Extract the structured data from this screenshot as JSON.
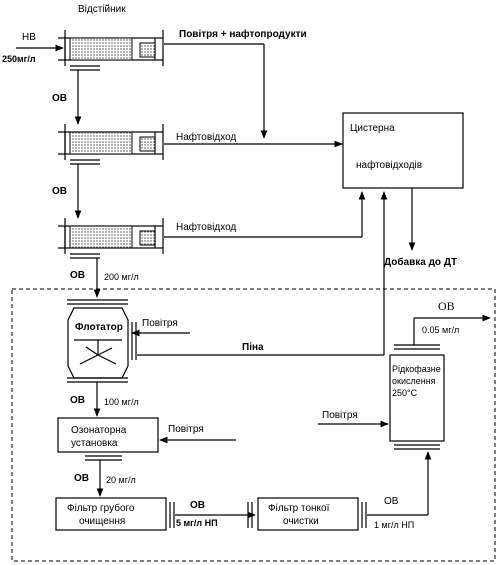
{
  "labels": {
    "settler_title": "Відстійник",
    "nv": "НВ",
    "inflow_conc": "250мг/л",
    "air_oil_products": "Повітря + нафтопродукти",
    "ov1": "ОВ",
    "oil_waste1": "Нафтовідход",
    "ov2": "ОВ",
    "oil_waste2": "Нафтовідход",
    "tank_line1": "Цистерна",
    "tank_line2": "нафтовідходів",
    "additive": "Добавка до ДТ",
    "ov3": "ОВ",
    "conc_200": "200 мг/л",
    "flotator": "Флотатор",
    "air_flot": "Повітря",
    "foam": "Піна",
    "ov4": "ОВ",
    "conc_100": "100 мг/л",
    "ozon_line1": "Озонаторна",
    "ozon_line2": "установка",
    "air_ozon": "Повітря",
    "ov5": "ОВ",
    "conc_20": "20 мг/л",
    "coarse_line1": "Фільтр грубого",
    "coarse_line2": "очищення",
    "ov6": "ОВ",
    "conc_5np": "5 мг/л НП",
    "fine_line1": "Фільтр тонкої",
    "fine_line2": "очистки",
    "ov7": "ОВ",
    "conc_1np": "1 мг/л НП",
    "ov_out": "ОВ",
    "conc_005": "0.05 мг/л",
    "liq_line1": "Рідкофазне",
    "liq_line2": "окислення",
    "liq_line3": "250°С",
    "air_liq": "Повітря"
  }
}
